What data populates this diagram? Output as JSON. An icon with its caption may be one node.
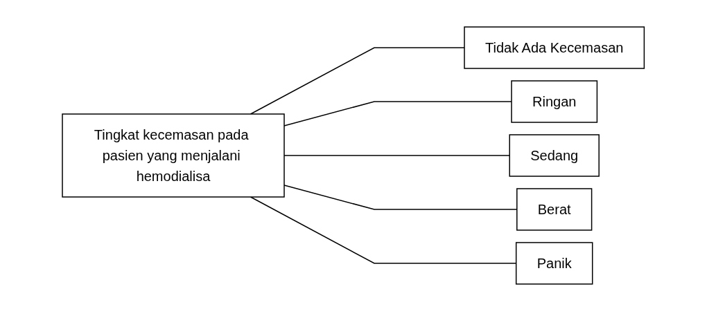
{
  "diagram": {
    "nodes": [
      {
        "text": [
          "Tingkat kecemasan pada pasien yang menjalani hemodialisa"
        ]
      },
      {
        "text": [
          "Tidak Ada Kecemasan"
        ]
      },
      {
        "text": [
          "Ringan"
        ]
      },
      {
        "text": [
          "Sedang"
        ]
      },
      {
        "text": [
          "Berat"
        ]
      },
      {
        "text": [
          "Panik"
        ]
      }
    ],
    "edges": [
      {
        "from": 0,
        "to": 1,
        "arrow": "none"
      },
      {
        "from": 0,
        "to": 2,
        "arrow": "none"
      },
      {
        "from": 0,
        "to": 3,
        "arrow": "none"
      },
      {
        "from": 0,
        "to": 4,
        "arrow": "none"
      },
      {
        "from": 0,
        "to": 5,
        "arrow": "none"
      }
    ]
  }
}
